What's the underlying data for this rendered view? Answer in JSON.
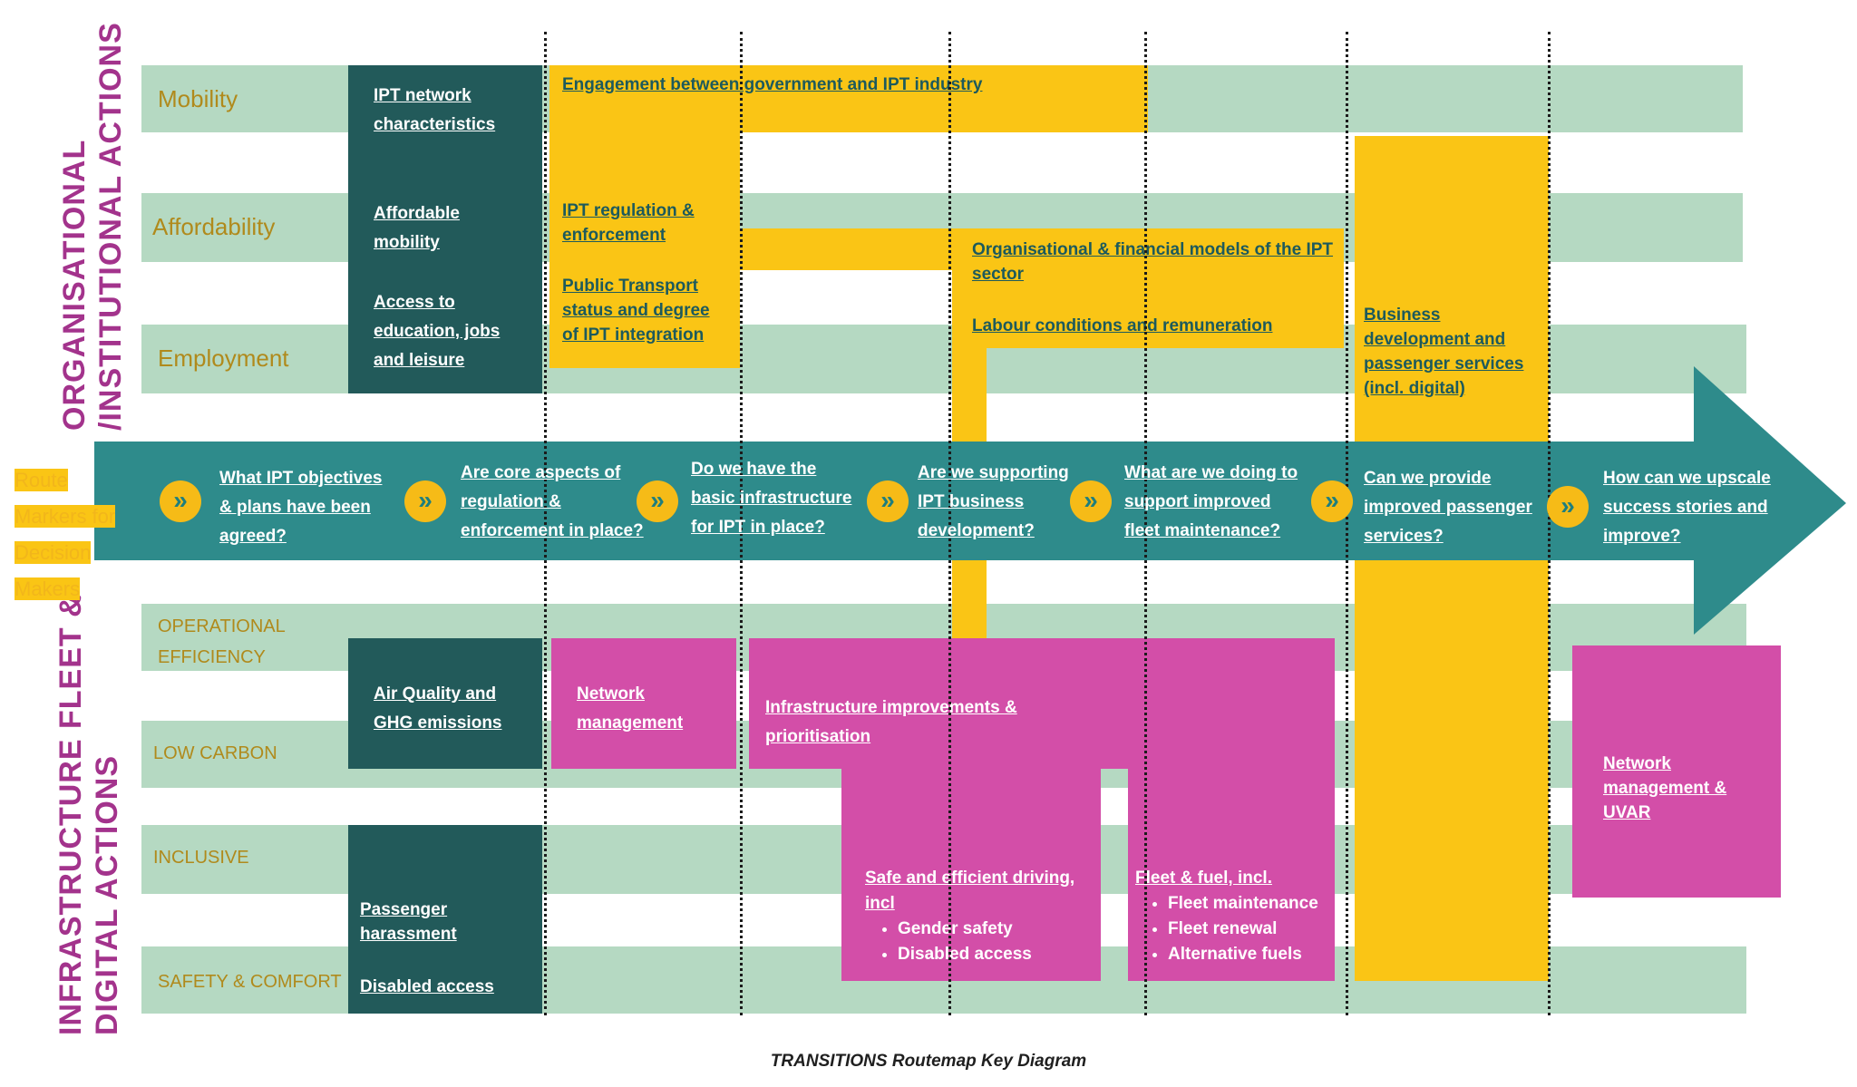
{
  "side_titles": {
    "top": [
      "ORGANISATIONAL",
      "/INSTITUTIONAL  ACTIONS"
    ],
    "bottom": [
      "INFRASTRUCTURE FLEET &",
      "DIGITAL ACTIONS"
    ]
  },
  "top_bands": [
    "Mobility",
    "Affordability",
    "Employment"
  ],
  "bottom_bands": [
    "OPERATIONAL EFFICIENCY",
    "LOW CARBON",
    "INCLUSIVE",
    "SAFETY & COMFORT"
  ],
  "dark_boxes": {
    "top": [
      "IPT network characteristics",
      "Affordable mobility",
      "Access to education, jobs and leisure"
    ],
    "air": "Air Quality and GHG emissions",
    "passenger": "Passenger harassment",
    "disabled": "Disabled access"
  },
  "yellow_items": {
    "engagement": "Engagement between government and IPT industry",
    "regulation": "IPT regulation & enforcement",
    "public_transport": "Public Transport status and degree of  IPT integration",
    "org_models": "Organisational & financial models of the IPT sector",
    "labour": "Labour conditions and remuneration",
    "business": "Business development and passenger services (incl. digital)"
  },
  "pink_items": {
    "network": "Network management",
    "infrastructure": "Infrastructure improvements & prioritisation",
    "safe_driving": {
      "title": "Safe and efficient driving, incl",
      "bullets": [
        "Gender safety",
        "Disabled access"
      ]
    },
    "fleet": {
      "title": "Fleet & fuel, incl.",
      "bullets": [
        "Fleet maintenance",
        "Fleet renewal",
        "Alternative fuels"
      ]
    },
    "network_uvar": "Network management & UVAR"
  },
  "route_label": [
    "Route",
    "Markers for",
    "Decision",
    "Makers"
  ],
  "marker_glyph": "»",
  "questions": [
    "What IPT objectives & plans have been agreed?",
    "Are core aspects of regulation & enforcement in place?",
    "Do we have the basic infrastructure for IPT in place?",
    "Are we supporting IPT business development?",
    "What are we doing to support improved fleet maintenance?",
    "Can we provide improved passenger services?",
    "How can we upscale success stories and improve?"
  ],
  "caption": "TRANSITIONS Routemap Key Diagram",
  "colors": {
    "band": "#b5d9c2",
    "arrow": "#2e8b8b",
    "dark_box": "#225a5a",
    "yellow": "#fac515",
    "pink": "#d34ea8",
    "title": "#a3338c"
  }
}
